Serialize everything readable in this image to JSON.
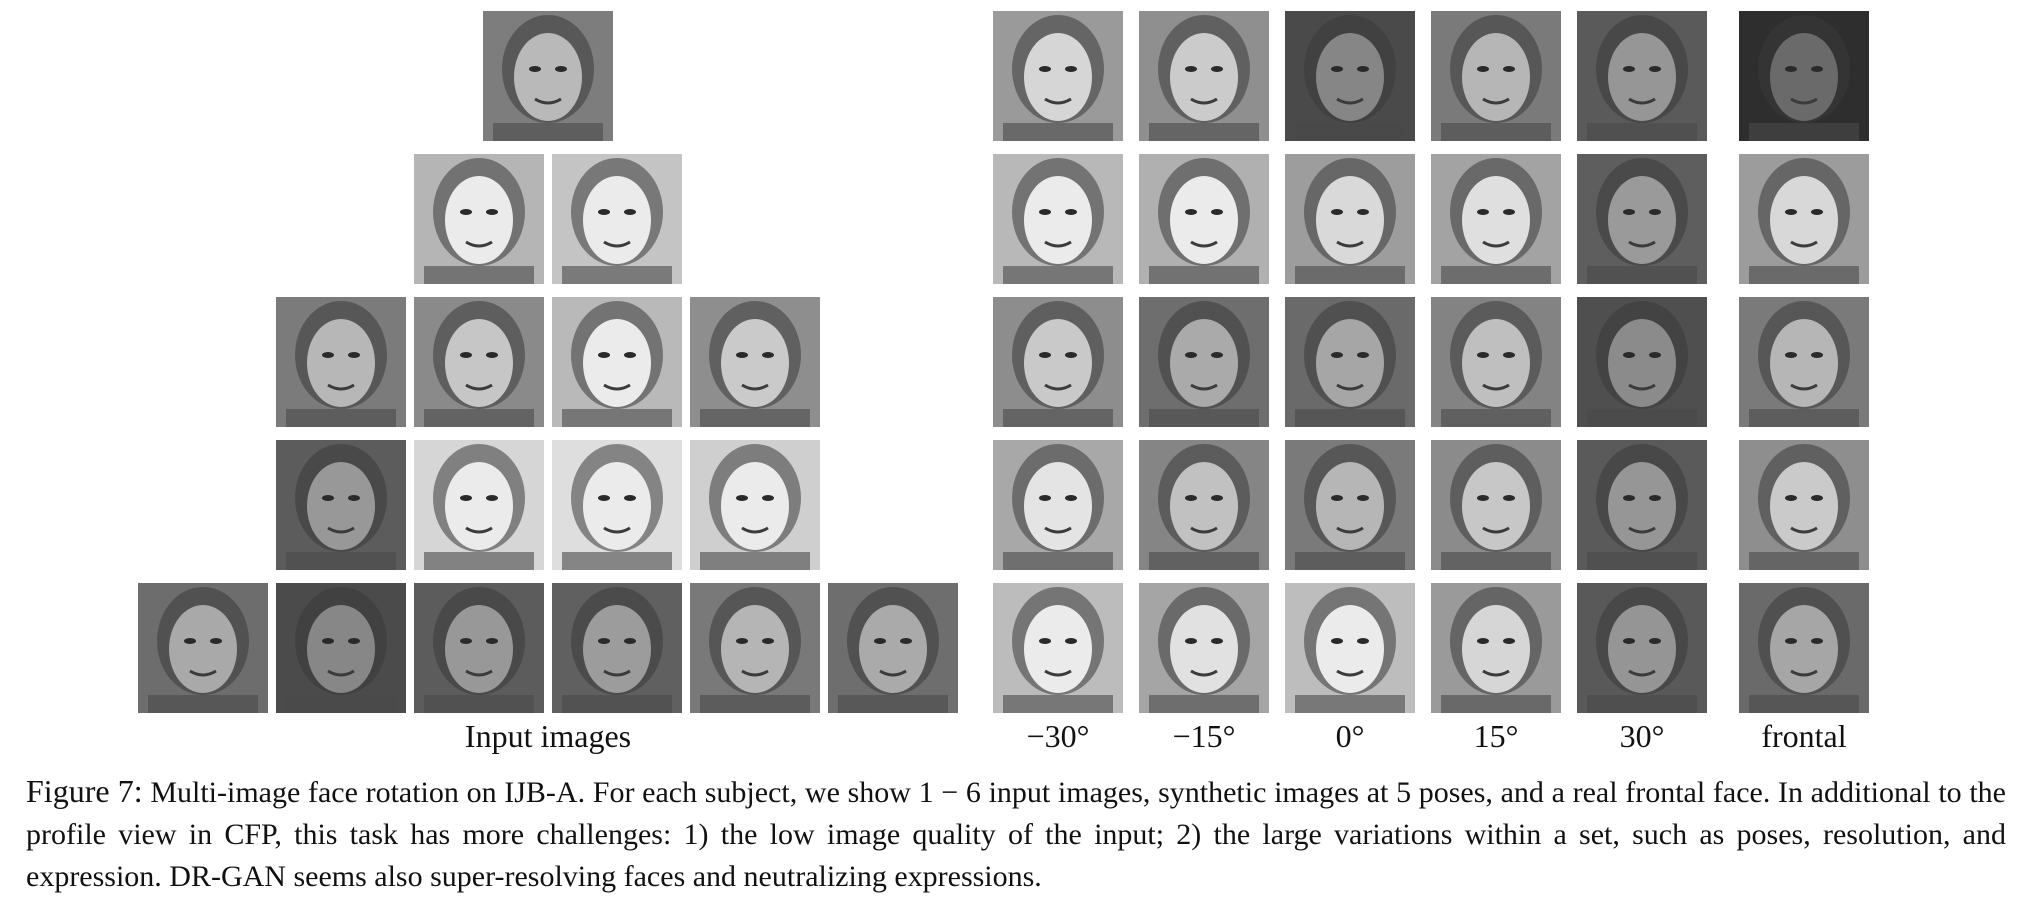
{
  "rows": [
    {
      "subject": "subject-1",
      "input_count": 1,
      "input_gray": [
        "#7d7d7d"
      ],
      "synth_gray": [
        "#9a9a9a",
        "#8f8f8f",
        "#4a4a4a",
        "#7a7a7a",
        "#5a5a5a"
      ],
      "frontal_gray": "#2e2e2e"
    },
    {
      "subject": "subject-2",
      "input_count": 2,
      "input_gray": [
        "#b5b5b5",
        "#c4c4c4"
      ],
      "synth_gray": [
        "#b8b8b8",
        "#b0b0b0",
        "#9d9d9d",
        "#a3a3a3",
        "#5e5e5e"
      ],
      "frontal_gray": "#9c9c9c"
    },
    {
      "subject": "subject-3",
      "input_count": 4,
      "input_gray": [
        "#7b7b7b",
        "#8a8a8a",
        "#b9b9b9",
        "#8e8e8e"
      ],
      "synth_gray": [
        "#8d8d8d",
        "#6e6e6e",
        "#6a6a6a",
        "#838383",
        "#4f4f4f"
      ],
      "frontal_gray": "#7a7a7a"
    },
    {
      "subject": "subject-4",
      "input_count": 4,
      "input_gray": [
        "#5c5c5c",
        "#d6d6d6",
        "#dedede",
        "#cfcfcf"
      ],
      "synth_gray": [
        "#a8a8a8",
        "#858585",
        "#7a7a7a",
        "#8b8b8b",
        "#5a5a5a"
      ],
      "frontal_gray": "#8e8e8e"
    },
    {
      "subject": "subject-5",
      "input_count": 6,
      "input_gray": [
        "#6d6d6d",
        "#4b4b4b",
        "#5c5c5c",
        "#606060",
        "#797979",
        "#6e6e6e"
      ],
      "synth_gray": [
        "#bcbcbc",
        "#a5a5a5",
        "#bdbdbd",
        "#9a9a9a",
        "#595959"
      ],
      "frontal_gray": "#6a6a6a"
    }
  ],
  "labels": {
    "input": "Input images",
    "poses": [
      "−30°",
      "−15°",
      "0°",
      "15°",
      "30°"
    ],
    "frontal": "frontal"
  },
  "caption": {
    "figure_label": "Figure 7:",
    "text": "Multi-image face rotation on IJB-A. For each subject, we show 1 − 6 input images, synthetic images at 5 poses, and a real frontal face. In additional to the profile view in CFP, this task has more challenges: 1) the low image quality of the input; 2) the large variations within a set, such as poses, resolution, and expression. DR-GAN seems also super-resolving faces and neutralizing expressions."
  }
}
